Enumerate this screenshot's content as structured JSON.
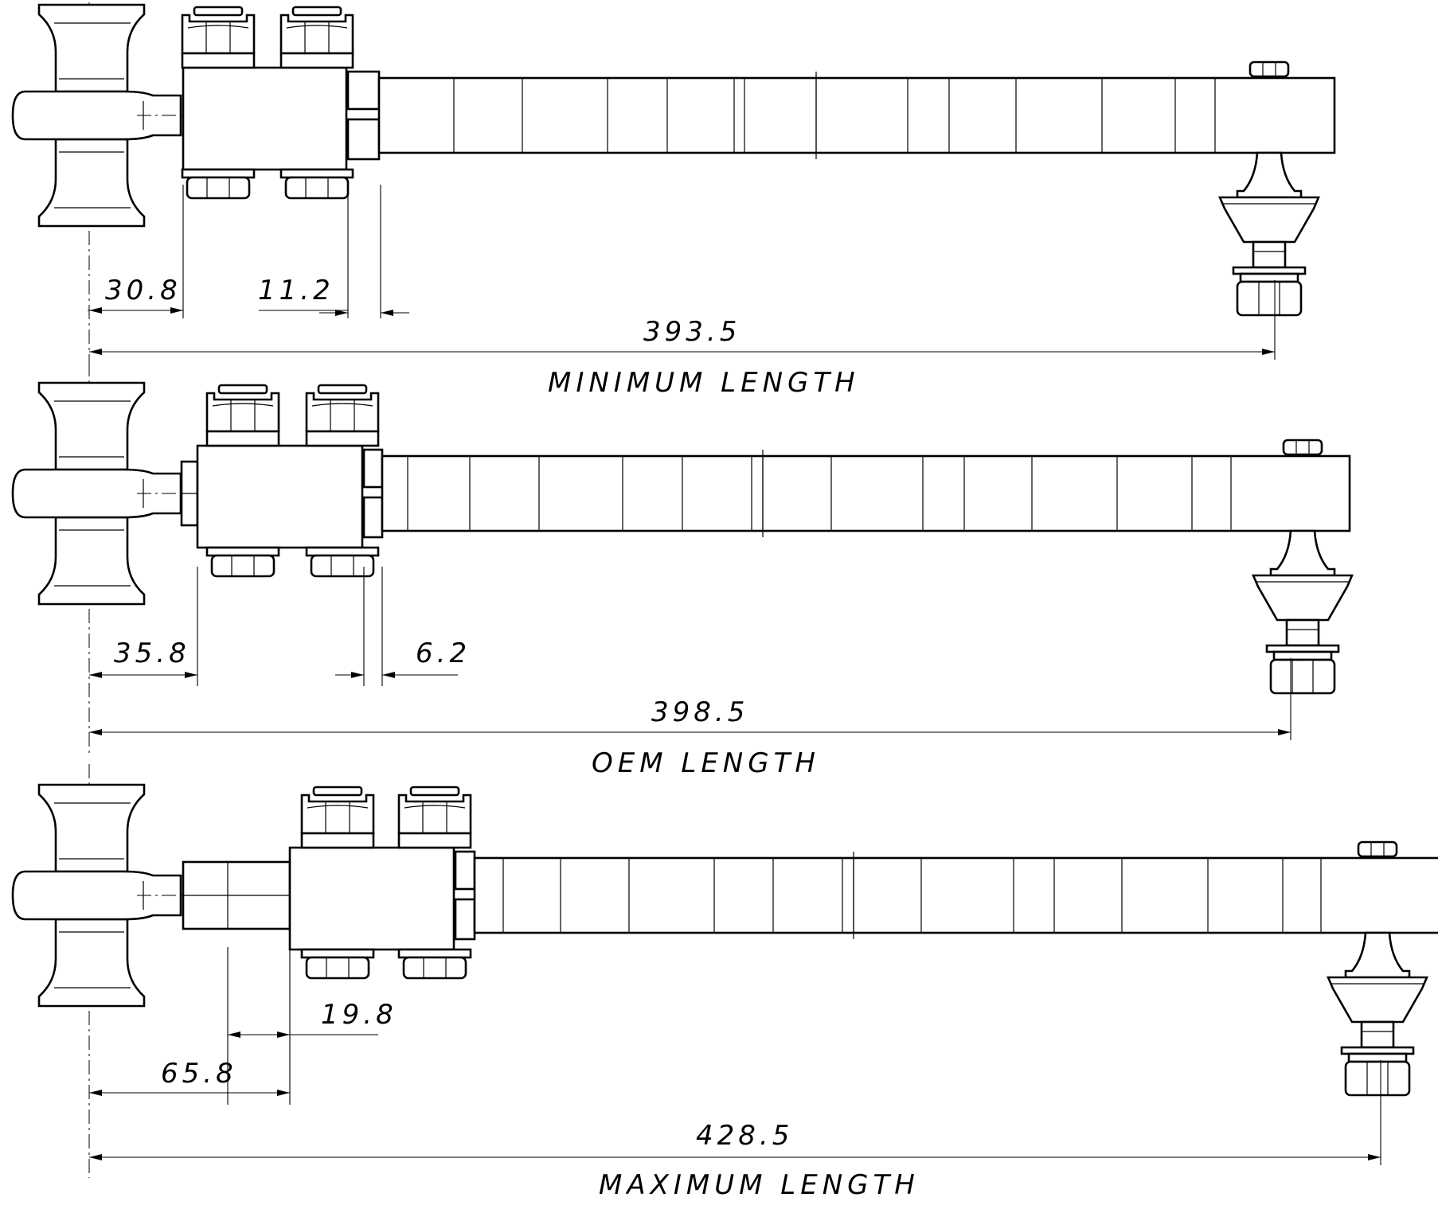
{
  "views": [
    {
      "caption": "MINIMUM LENGTH",
      "dims": {
        "a": "30.8",
        "b": "11.2",
        "total": "393.5"
      }
    },
    {
      "caption": "OEM LENGTH",
      "dims": {
        "a": "35.8",
        "b": "6.2",
        "total": "398.5"
      }
    },
    {
      "caption": "MAXIMUM LENGTH",
      "dims": {
        "a": "65.8",
        "b": "19.8",
        "total": "428.5"
      }
    }
  ]
}
